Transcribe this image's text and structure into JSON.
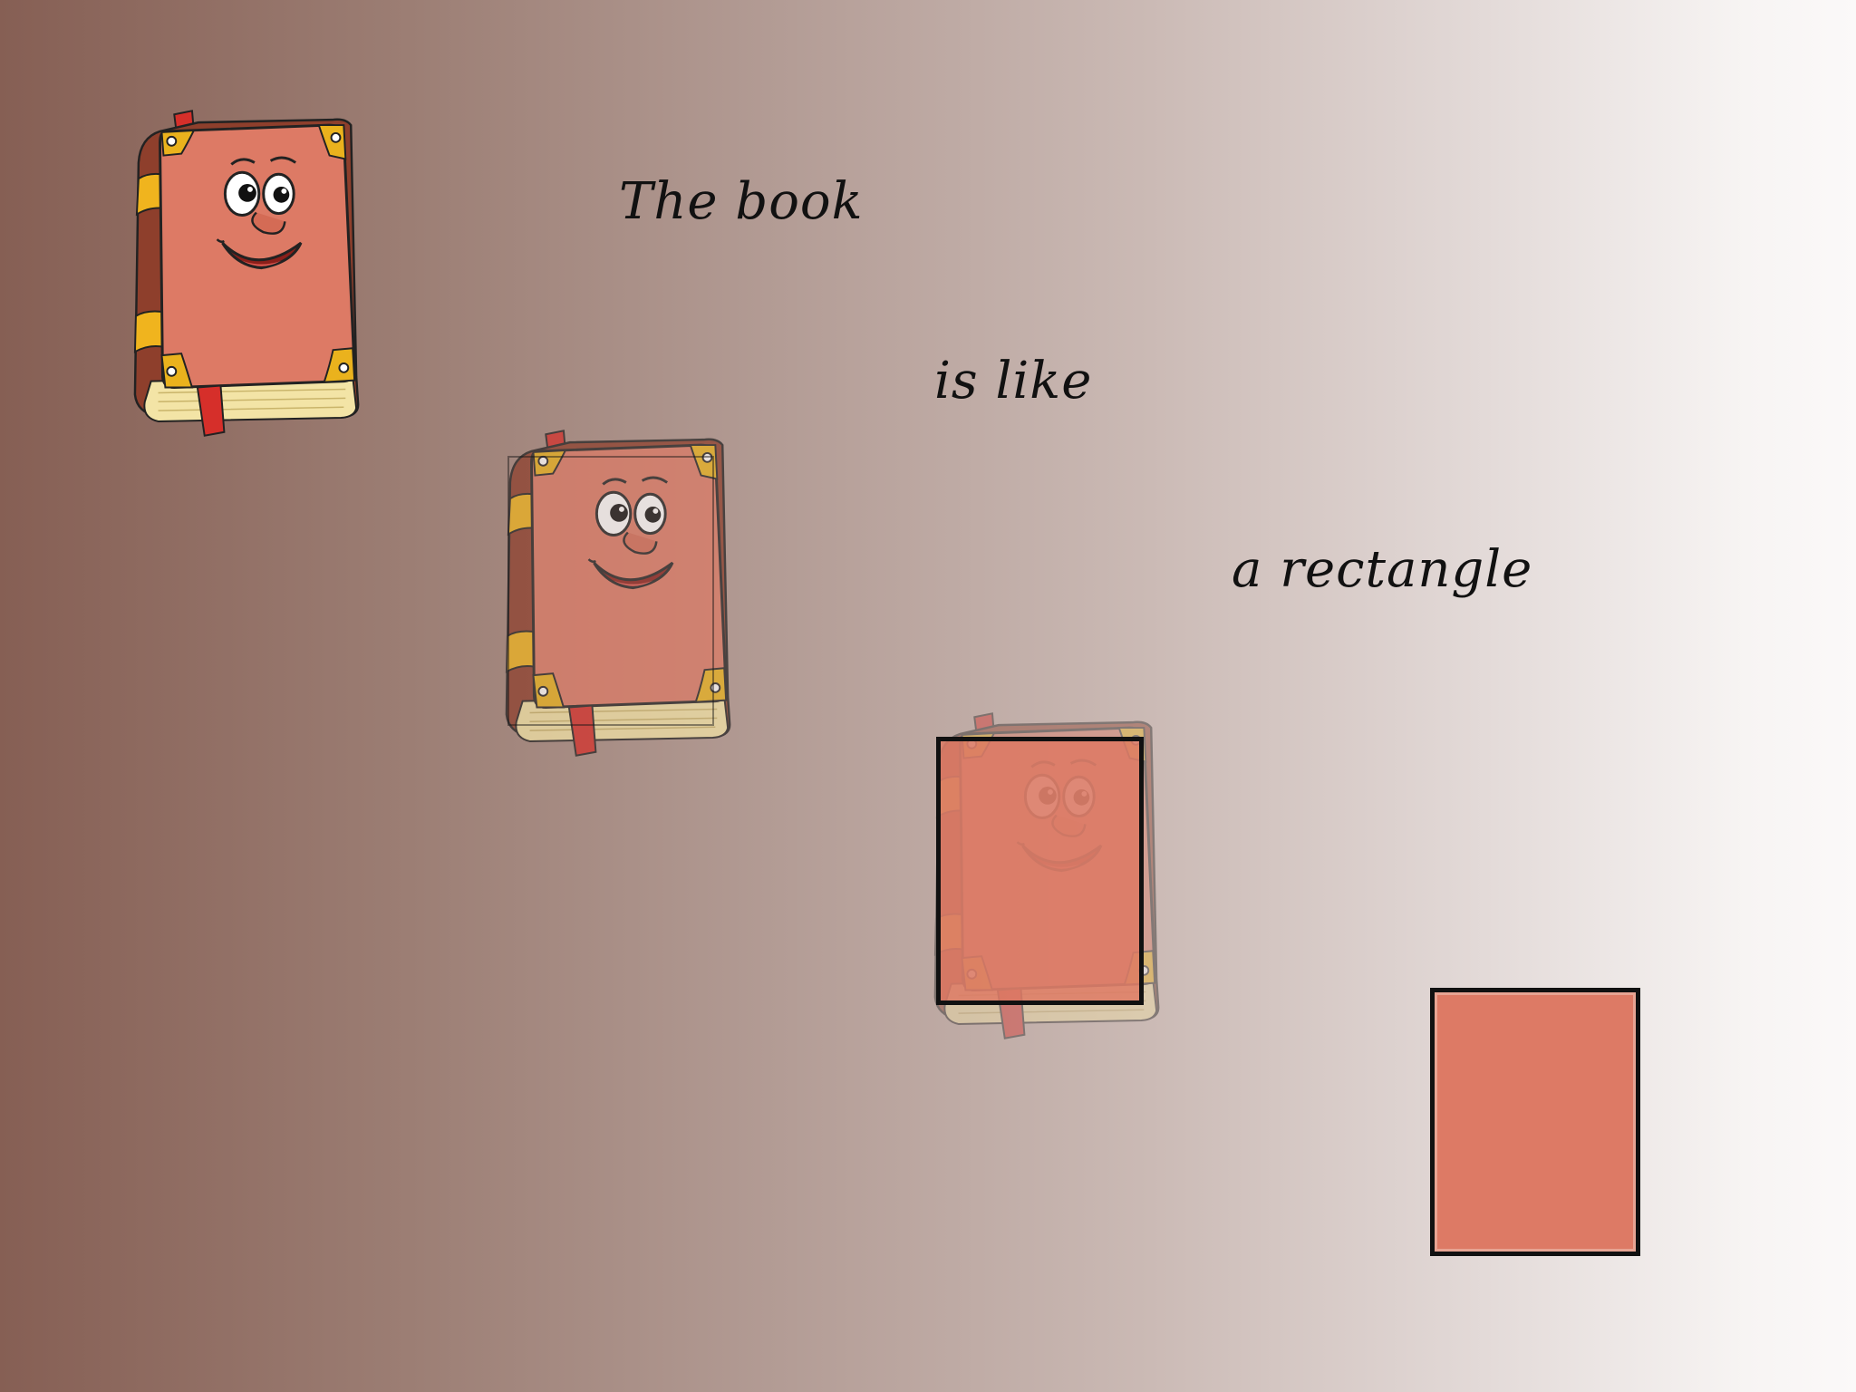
{
  "slide": {
    "phrases": [
      "The book",
      "is like",
      "a rectangle"
    ]
  },
  "colors": {
    "background_left": "#865f54",
    "background_right": "#fbf9f9",
    "book_cover": "#dd7a65",
    "book_spine": "#9b4a35",
    "brass_corners": "#e9b11c",
    "bookmark": "#d62f2a",
    "rectangle_fill": "#dd7a65",
    "outline": "#111111"
  },
  "icons": {
    "book": "smiling-book-cartoon-icon",
    "shape": "rectangle-shape"
  }
}
